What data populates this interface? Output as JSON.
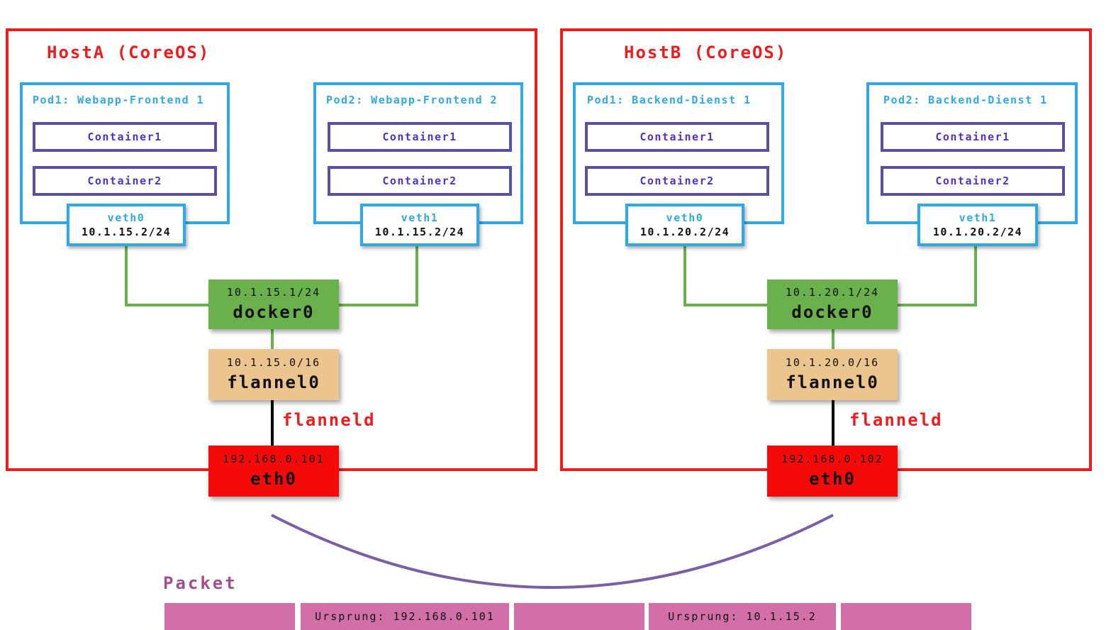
{
  "host_a": {
    "title": "HostA (CoreOS)",
    "pod1": {
      "title": "Pod1: Webapp-Frontend 1",
      "container1": "Container1",
      "container2": "Container2",
      "veth_name": "veth0",
      "veth_ip": "10.1.15.2/24"
    },
    "pod2": {
      "title": "Pod2: Webapp-Frontend 2",
      "container1": "Container1",
      "container2": "Container2",
      "veth_name": "veth1",
      "veth_ip": "10.1.15.2/24"
    },
    "docker": {
      "ip": "10.1.15.1/24",
      "name": "docker0"
    },
    "flannel": {
      "ip": "10.1.15.0/16",
      "name": "flannel0"
    },
    "flanneld": "flanneld",
    "eth": {
      "ip": "192.168.0.101",
      "name": "eth0"
    }
  },
  "host_b": {
    "title": "HostB (CoreOS)",
    "pod1": {
      "title": "Pod1: Backend-Dienst 1",
      "container1": "Container1",
      "container2": "Container2",
      "veth_name": "veth0",
      "veth_ip": "10.1.20.2/24"
    },
    "pod2": {
      "title": "Pod2: Backend-Dienst 1",
      "container1": "Container1",
      "container2": "Container2",
      "veth_name": "veth1",
      "veth_ip": "10.1.20.2/24"
    },
    "docker": {
      "ip": "10.1.20.1/24",
      "name": "docker0"
    },
    "flannel": {
      "ip": "10.1.20.0/16",
      "name": "flannel0"
    },
    "flanneld": "flanneld",
    "eth": {
      "ip": "192.168.0.102",
      "name": "eth0"
    }
  },
  "packet": {
    "label": "Packet",
    "segments": [
      "",
      "Ursprung: 192.168.0.101",
      "",
      "Ursprung: 10.1.15.2",
      ""
    ]
  },
  "colors": {
    "host_border": "#ee1c1c",
    "pod_border": "#2fa8e6",
    "container_border": "#5a4fa0",
    "container_text": "#5530c8",
    "docker_fill": "#6ab04c",
    "flannel_fill": "#ecc48e",
    "eth_fill": "#f50a0a",
    "packet_fill": "#d36fa8",
    "packet_label": "#a24e8e",
    "tunnel_arc": "#7b5ea7",
    "bridge_link": "#6ab04c",
    "flannel_link": "#000000"
  }
}
